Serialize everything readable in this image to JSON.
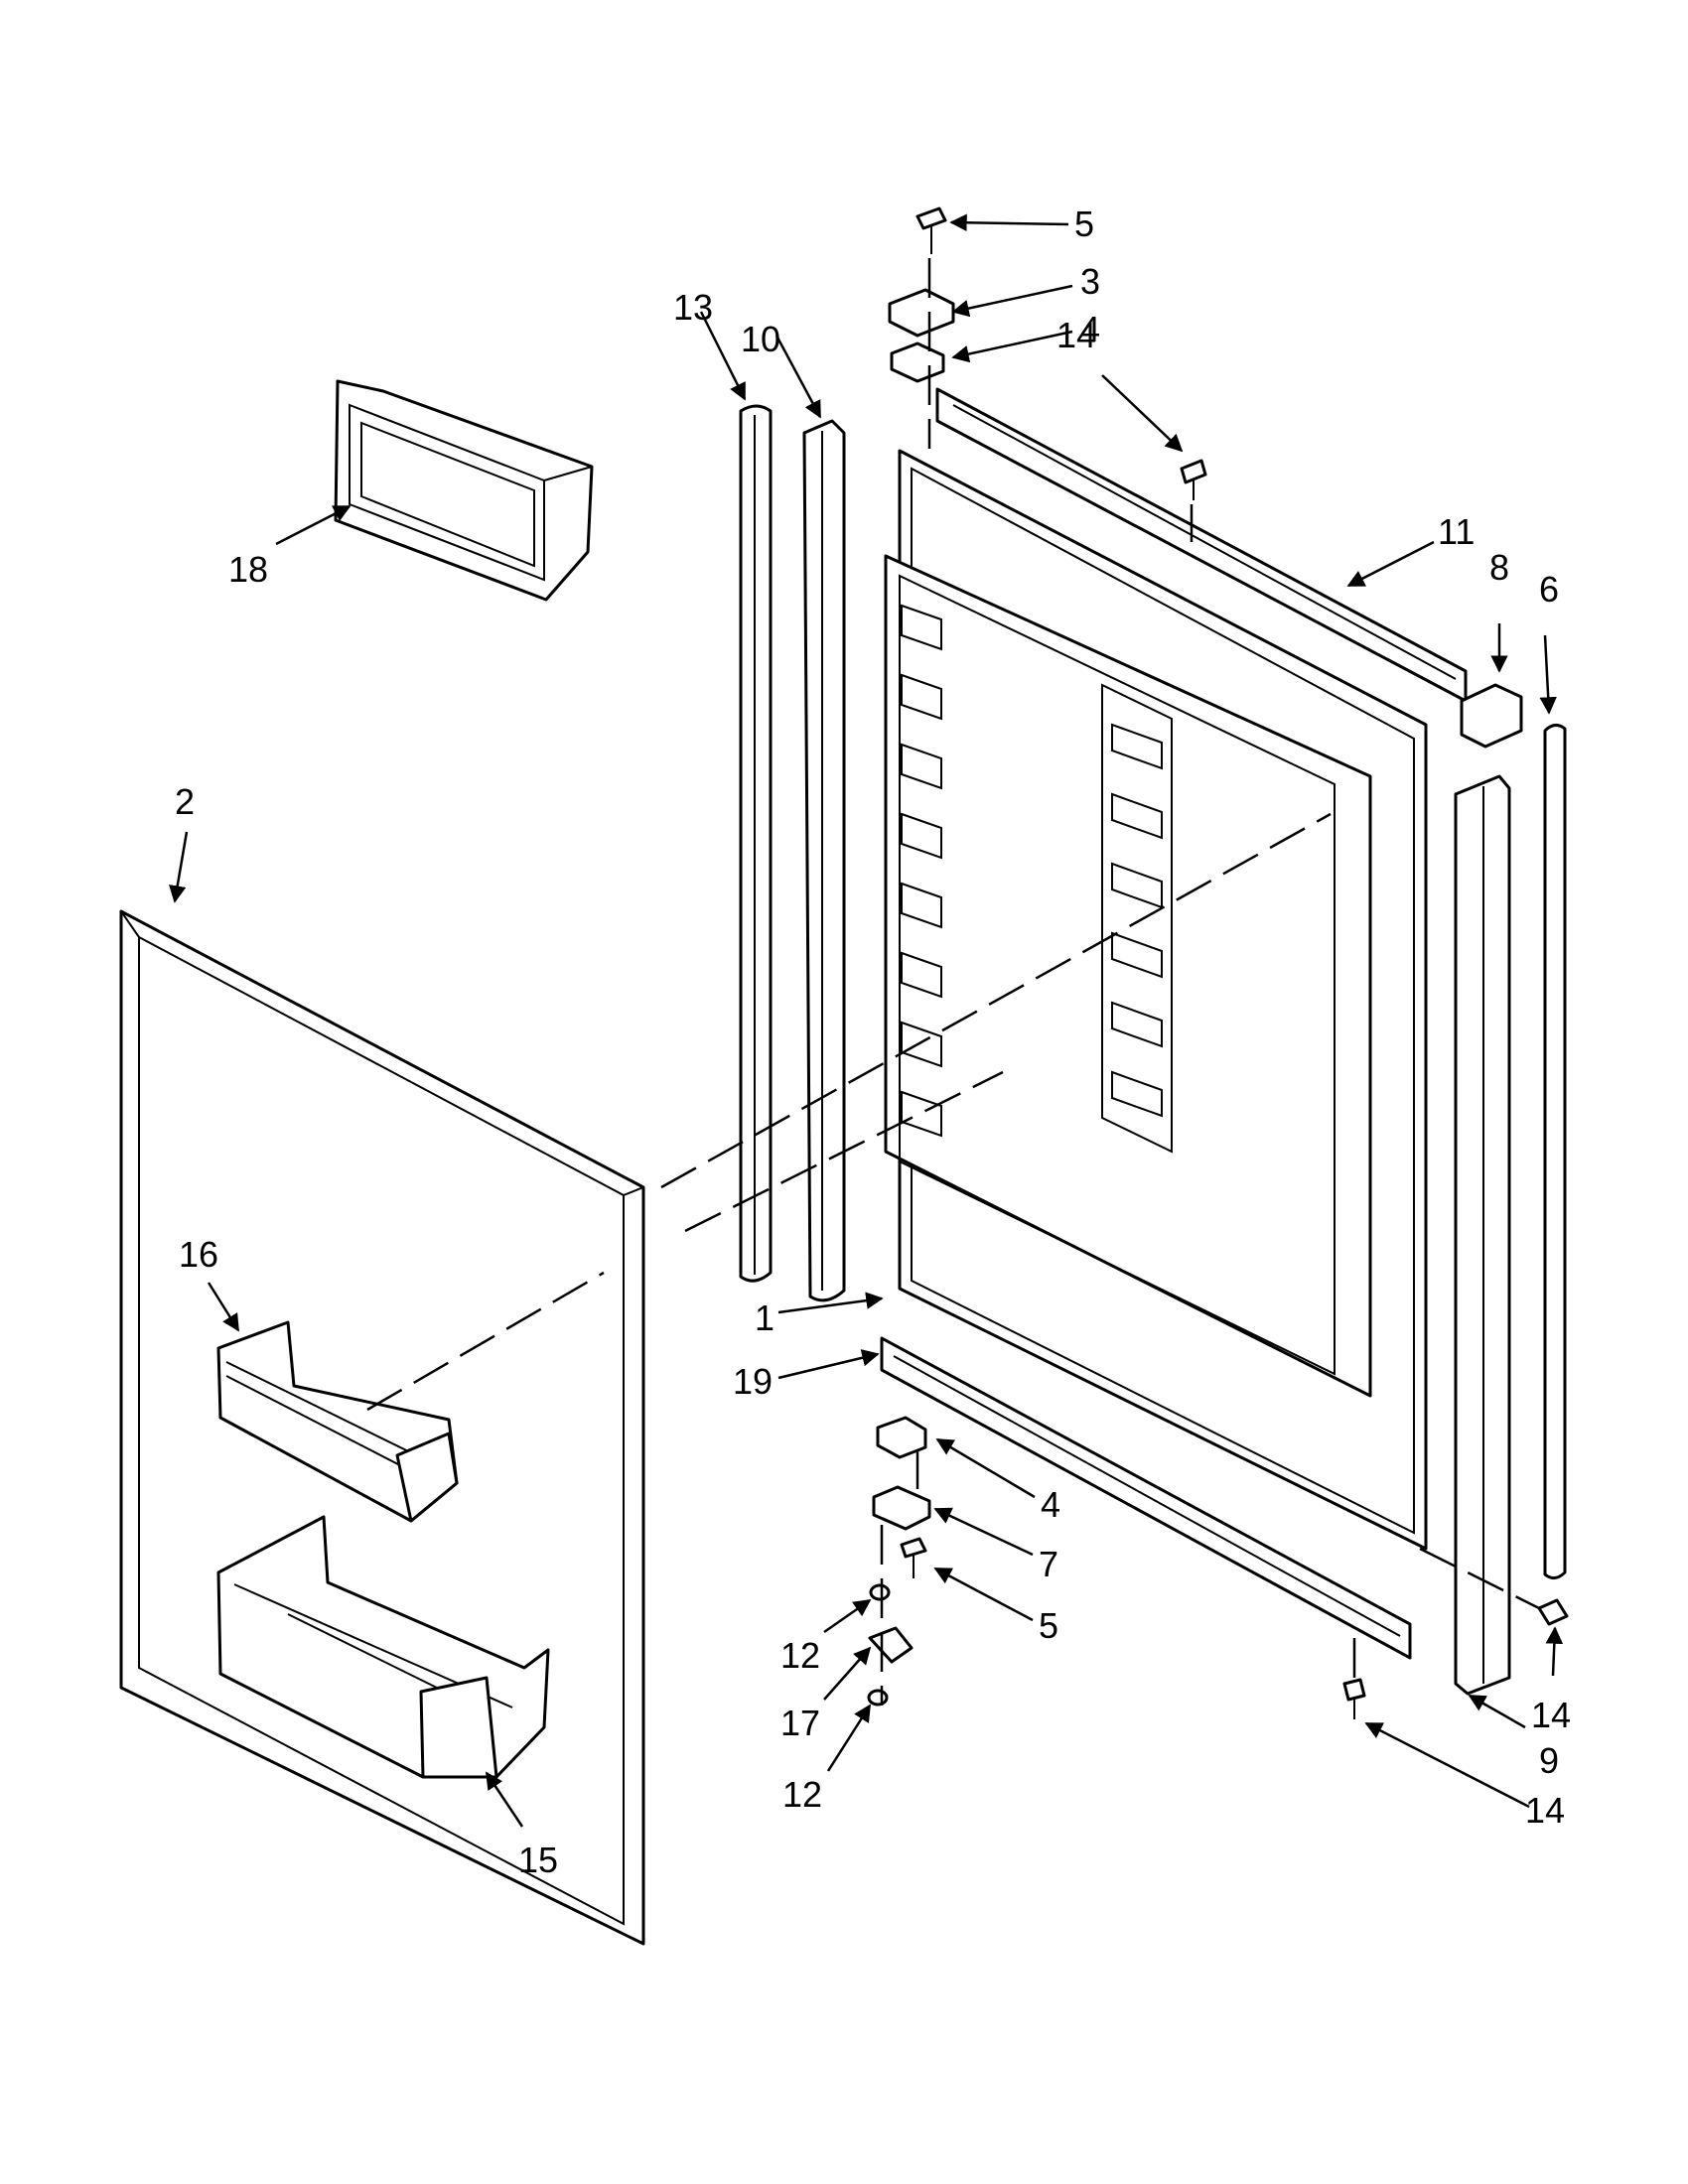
{
  "diagram": {
    "callouts": {
      "c1": "1",
      "c2": "2",
      "c3": "3",
      "c4_top": "4",
      "c4_bottom": "4",
      "c5_top": "5",
      "c5_bottom": "5",
      "c6": "6",
      "c7": "7",
      "c8": "8",
      "c9": "9",
      "c10": "10",
      "c11": "11",
      "c12_upper": "12",
      "c12_lower": "12",
      "c13": "13",
      "c14_top": "14",
      "c14_side": "14",
      "c14_bottom": "14",
      "c15": "15",
      "c16": "16",
      "c17": "17",
      "c18": "18",
      "c19": "19"
    }
  }
}
